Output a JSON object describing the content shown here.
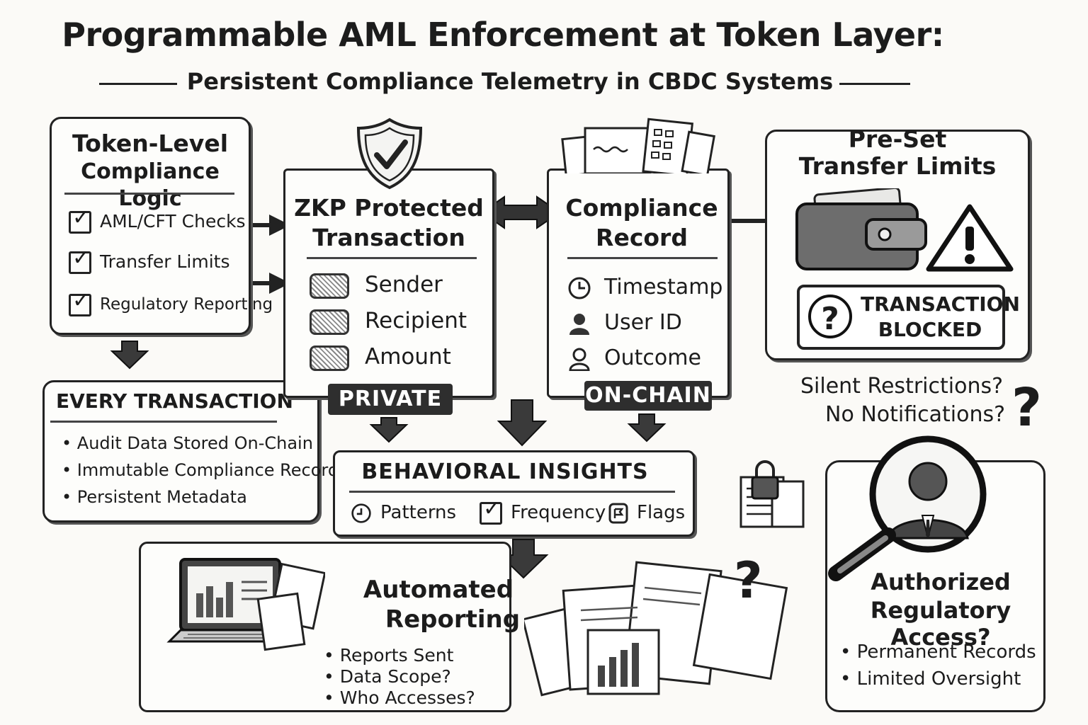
{
  "title": "Programmable AML Enforcement at Token Layer:",
  "subtitle": "Persistent Compliance Telemetry in CBDC Systems",
  "token_logic": {
    "heading_line1": "Token-Level",
    "heading_line2": "Compliance Logic",
    "items": [
      "AML/CFT Checks",
      "Transfer Limits",
      "Regulatory Reporting"
    ]
  },
  "every_tx": {
    "heading": "EVERY TRANSACTION",
    "items": [
      "Audit Data Stored On-Chain",
      "Immutable Compliance Record",
      "Persistent Metadata"
    ]
  },
  "zkp": {
    "heading_line1": "ZKP Protected",
    "heading_line2": "Transaction",
    "fields": [
      "Sender",
      "Recipient",
      "Amount"
    ],
    "tag": "PRIVATE"
  },
  "record": {
    "heading_line1": "Compliance",
    "heading_line2": "Record",
    "fields": [
      "Timestamp",
      "User ID",
      "Outcome"
    ],
    "tag": "ON-CHAIN"
  },
  "limits": {
    "heading_line1": "Pre-Set",
    "heading_line2": "Transfer Limits",
    "blocked_line1": "TRANSACTION",
    "blocked_line2": "BLOCKED",
    "question_mark": "?"
  },
  "silent": {
    "line1": "Silent Restrictions?",
    "line2": "No Notifications?",
    "mark": "?"
  },
  "insights": {
    "heading": "BEHAVIORAL INSIGHTS",
    "items": [
      "Patterns",
      "Frequency",
      "Flags"
    ]
  },
  "reporting": {
    "heading_line1": "Automated",
    "heading_line2": "Reporting",
    "items": [
      "Reports Sent",
      "Data Scope?",
      "Who Accesses?"
    ],
    "doc_mark": "?"
  },
  "access": {
    "heading_line1": "Authorized",
    "heading_line2": "Regulatory Access?",
    "items": [
      "Permanent Records",
      "Limited Oversight"
    ]
  }
}
